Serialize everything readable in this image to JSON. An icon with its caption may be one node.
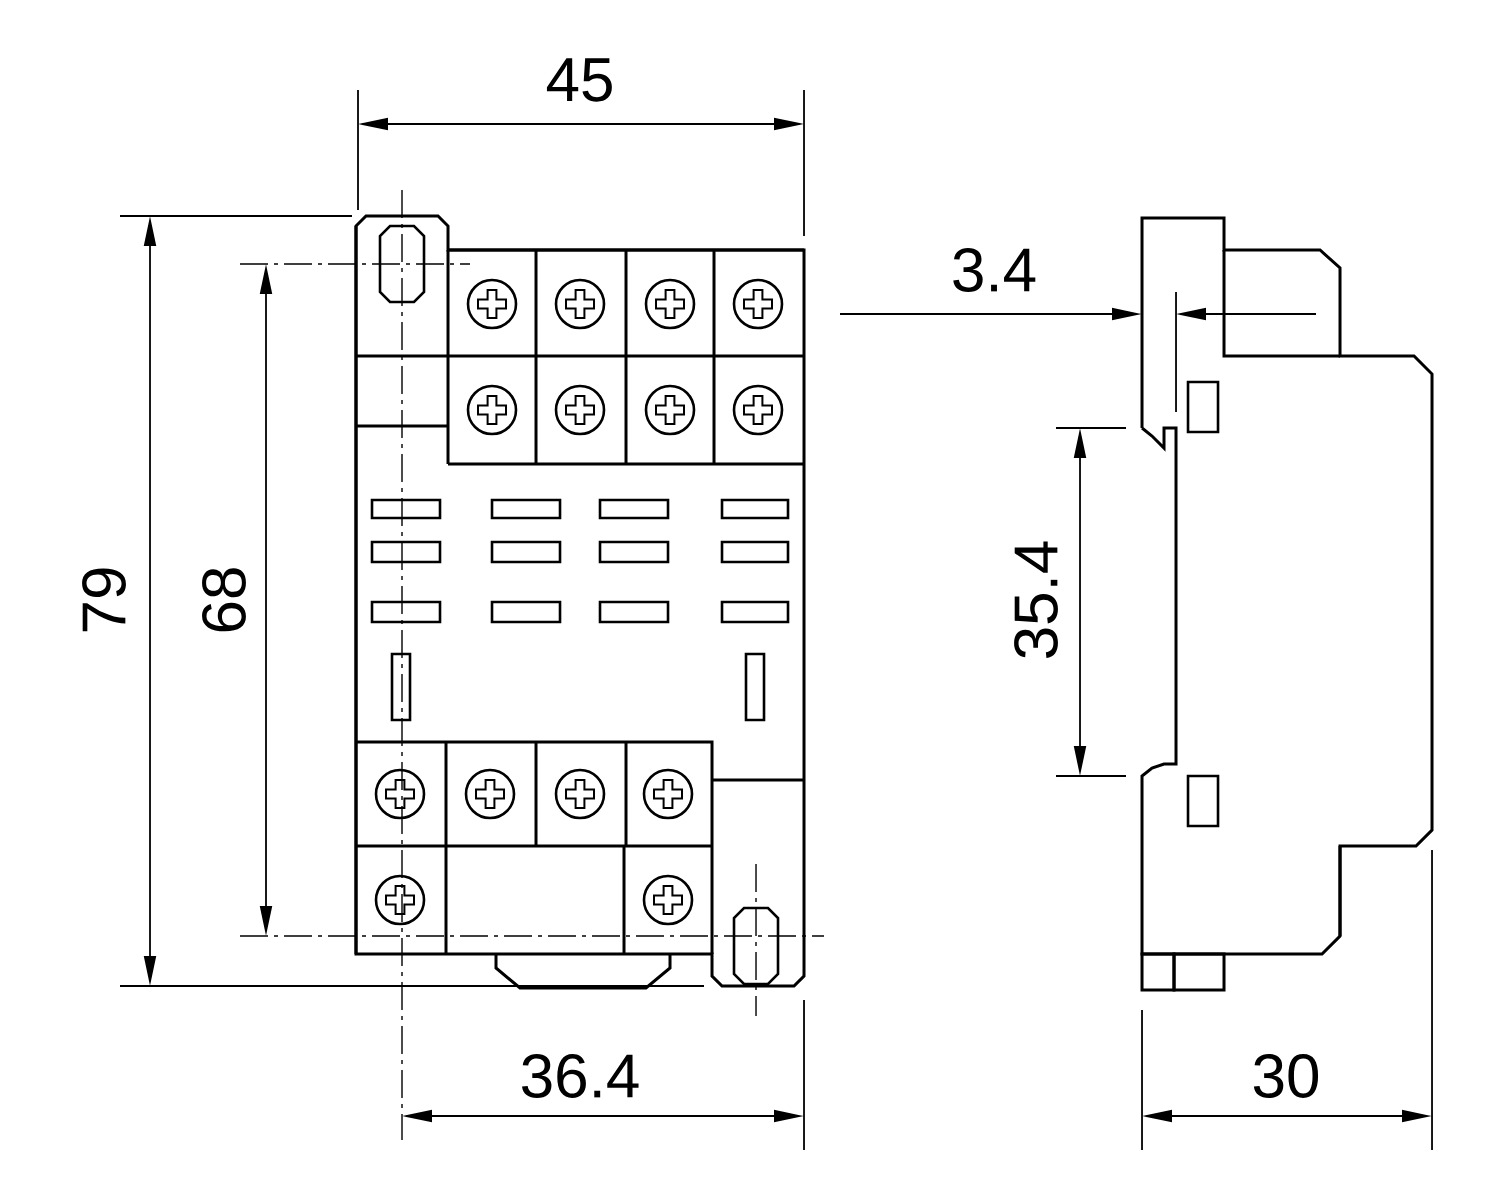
{
  "diagram": {
    "labels": [
      "45",
      "79",
      "68",
      "3.4",
      "35.4",
      "36.4",
      "30"
    ]
  }
}
